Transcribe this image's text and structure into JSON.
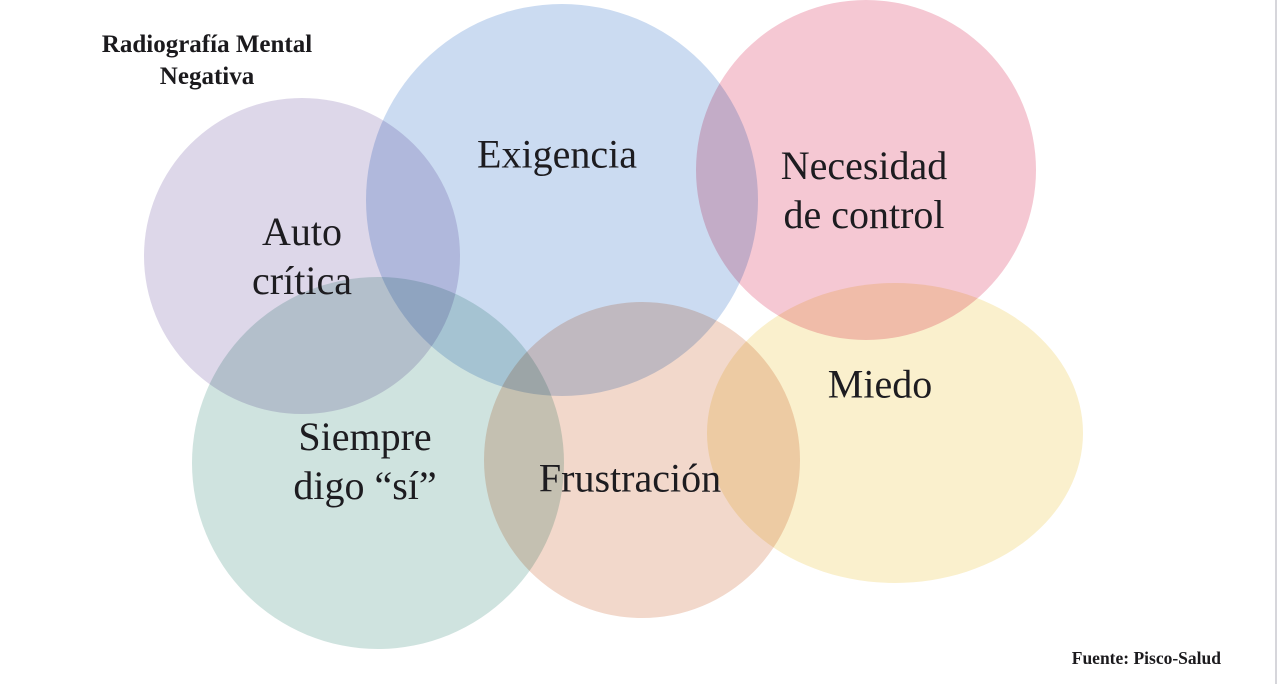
{
  "title": {
    "lines": [
      "Radiografía Mental",
      "Negativa"
    ]
  },
  "source": {
    "text": "Fuente: Pisco-Salud"
  },
  "diagram": {
    "type": "venn-overlap-circles",
    "background_color": "#ffffff",
    "text_color": "#1d1c20",
    "right_edge_line_color": "#d6d6db",
    "circles": [
      {
        "name": "auto-critica",
        "lines": [
          "Auto",
          "crítica"
        ],
        "color": "#DDD7E9"
      },
      {
        "name": "exigencia",
        "lines": [
          "Exigencia"
        ],
        "color": "#CBDBF1"
      },
      {
        "name": "necesidad-de-control",
        "lines": [
          "Necesidad",
          "de control"
        ],
        "color": "#F5C8D3"
      },
      {
        "name": "siempre-digo-si",
        "lines": [
          "Siempre",
          "digo “sí”"
        ],
        "color": "#CFE3DF"
      },
      {
        "name": "frustracion",
        "lines": [
          "Frustración"
        ],
        "color": "#F2D8CB"
      },
      {
        "name": "miedo",
        "lines": [
          "Miedo"
        ],
        "color": "#FAF0CD"
      }
    ]
  }
}
